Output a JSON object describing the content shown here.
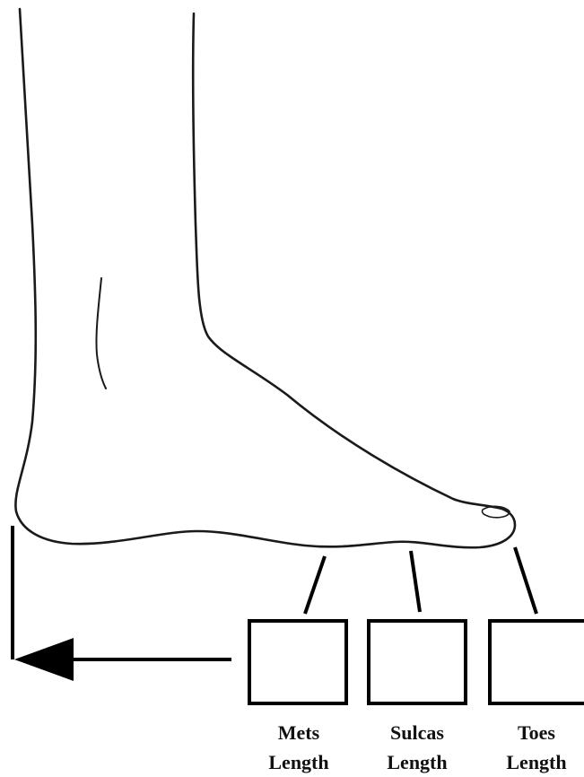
{
  "segments": [
    {
      "id": "mets",
      "line1": "Mets",
      "line2": "Length"
    },
    {
      "id": "sulcas",
      "line1": "Sulcas",
      "line2": "Length"
    },
    {
      "id": "toes",
      "line1": "Toes",
      "line2": "Length"
    }
  ],
  "colors": {
    "outline": "#1a1a1a",
    "boxes": "#000000",
    "background": "#ffffff"
  }
}
